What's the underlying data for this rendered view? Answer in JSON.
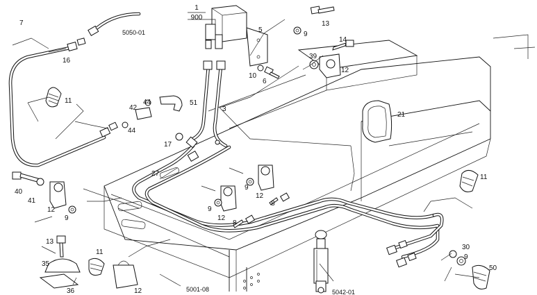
{
  "callouts": {
    "c1_top": "1",
    "c1_bottom": "900",
    "c3": "3",
    "c5": "5",
    "c6": "6",
    "c7": "7",
    "c8a": "8",
    "c8b": "8",
    "c9a": "9",
    "c9b": "9",
    "c9c": "9",
    "c9d": "9",
    "c9e": "9",
    "c10": "10",
    "c11a": "11",
    "c11b": "11",
    "c11c": "11",
    "c12a": "12",
    "c12b": "12",
    "c12c": "12",
    "c12d": "12",
    "c12e": "12",
    "c13a": "13",
    "c13b": "13",
    "c14": "14",
    "c16": "16",
    "c17": "17",
    "c21": "21",
    "c27": "27",
    "c30": "30",
    "c35": "35",
    "c36": "36",
    "c39": "39",
    "c40": "40",
    "c41": "41",
    "c42": "42",
    "c44a": "44",
    "c44b": "44",
    "c50": "50",
    "c51": "51"
  },
  "refs": {
    "r5050": "5050-01",
    "r5001": "5001-08",
    "r5042": "5042-01"
  }
}
